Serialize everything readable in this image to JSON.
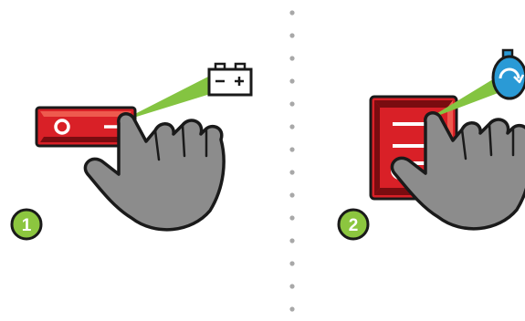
{
  "colors": {
    "switch_red": "#d92027",
    "switch_dark": "#7a0c10",
    "switch_light": "#ee5a4e",
    "beam_green": "#84c441",
    "badge_green": "#8cc63f",
    "hand_gray": "#8c8c8c",
    "water_blue": "#2a9ad6",
    "outline": "#1a1a1a",
    "divider_dot": "#a8a8a8"
  },
  "icons": {
    "left_target": "battery-icon",
    "right_target": "water-tank-icon",
    "pointer": "hand-pointer-icon"
  },
  "steps": [
    {
      "number": "1",
      "switch_style": "rocker",
      "target": "battery"
    },
    {
      "number": "2",
      "switch_style": "square-rocker",
      "target": "water-tank"
    }
  ]
}
